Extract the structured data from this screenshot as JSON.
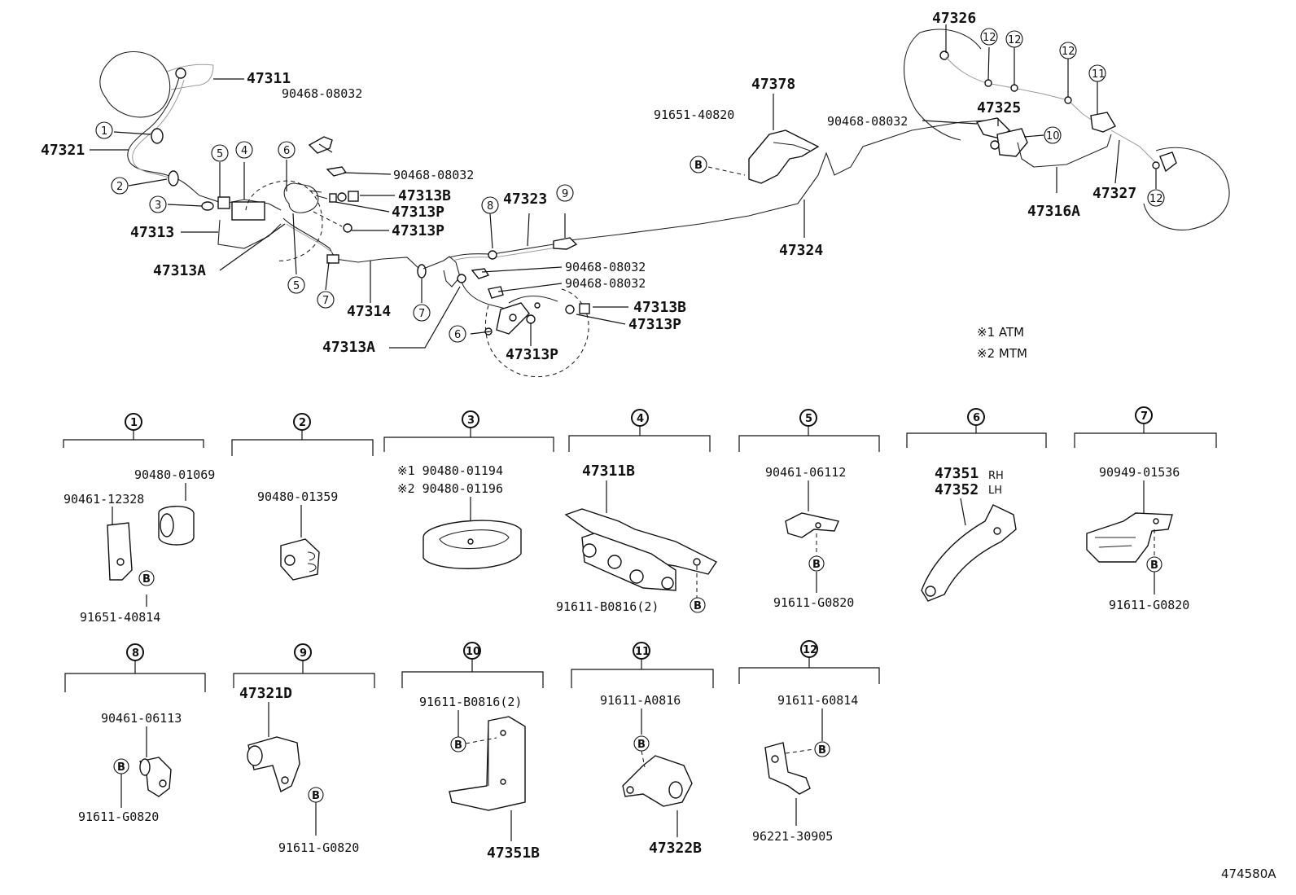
{
  "upper": {
    "p47311": "47311",
    "p90468a": "90468-08032",
    "p47321": "47321",
    "p90468b": "90468-08032",
    "p47313B_a": "47313B",
    "p47313P_a": "47313P",
    "p47313P_b": "47313P",
    "p47313": "47313",
    "p47313A_a": "47313A",
    "p47323": "47323",
    "p90468c": "90468-08032",
    "p90468d": "90468-08032",
    "p47313B_b": "47313B",
    "p47313P_c": "47313P",
    "p47314": "47314",
    "p47313A_b": "47313A",
    "p47313P_d": "47313P",
    "p47378": "47378",
    "p91651": "91651-40820",
    "p47324": "47324",
    "p47326": "47326",
    "p47325": "47325",
    "p90468e": "90468-08032",
    "p47316A": "47316A",
    "p47327": "47327"
  },
  "callout": {
    "n1": "1",
    "n2": "2",
    "n3": "3",
    "n4": "4",
    "n5": "5",
    "n6": "6",
    "n7": "7",
    "n8": "8",
    "n9": "9",
    "n10": "10",
    "n11": "11",
    "n12": "12",
    "b": "B"
  },
  "notes": {
    "atm": "※1 ATM",
    "mtm": "※2 MTM"
  },
  "detail": {
    "d1": {
      "a": "90480-01069",
      "b": "90461-12328",
      "c": "91651-40814"
    },
    "d2": {
      "a": "90480-01359"
    },
    "d3": {
      "a": "※1 90480-01194",
      "b": "※2 90480-01196"
    },
    "d4": {
      "a": "47311B",
      "b": "91611-B0816(2)"
    },
    "d5": {
      "a": "90461-06112",
      "b": "91611-G0820"
    },
    "d6": {
      "a": "47351",
      "b": "47352",
      "rh": "RH",
      "lh": "LH"
    },
    "d7": {
      "a": "90949-01536",
      "b": "91611-G0820"
    },
    "d8": {
      "a": "90461-06113",
      "b": "91611-G0820"
    },
    "d9": {
      "a": "47321D",
      "b": "91611-G0820"
    },
    "d10": {
      "a": "91611-B0816(2)",
      "b": "47351B"
    },
    "d11": {
      "a": "91611-A0816",
      "b": "47322B"
    },
    "d12": {
      "a": "91611-60814",
      "b": "96221-30905"
    }
  },
  "footer": {
    "code": "474580A"
  }
}
